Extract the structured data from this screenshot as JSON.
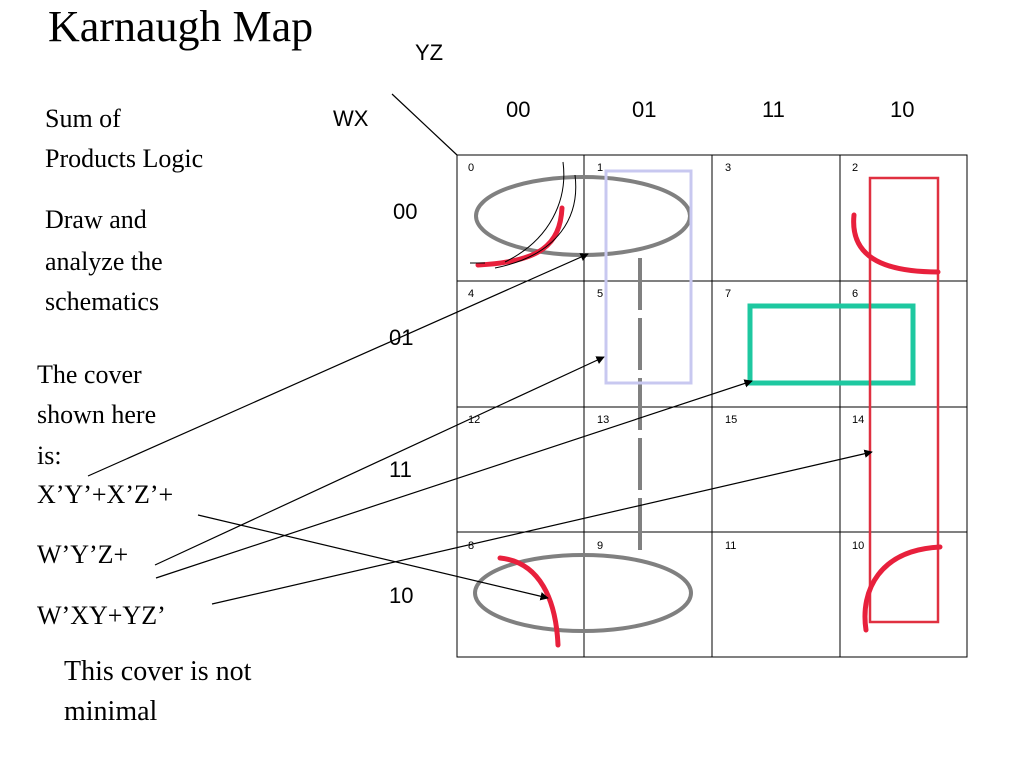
{
  "title": "Karnaugh Map",
  "sidebar": {
    "line1": "Sum of",
    "line2": "Products Logic",
    "draw1": "Draw and",
    "draw2": "analyze the",
    "draw3": "schematics",
    "cover1": "The cover",
    "cover2": "shown here",
    "cover3": "is:",
    "term1": "X’Y’+X’Z’+",
    "term2": "W’Y’Z+",
    "term3": "W’XY+YZ’",
    "note1": "This cover is not",
    "note2": "minimal"
  },
  "kmap": {
    "col_var": "YZ",
    "row_var": "WX",
    "col_headers": [
      "00",
      "01",
      "11",
      "10"
    ],
    "row_headers": [
      "00",
      "01",
      "11",
      "10"
    ],
    "cells": [
      [
        "0",
        "1",
        "3",
        "2"
      ],
      [
        "4",
        "5",
        "7",
        "6"
      ],
      [
        "12",
        "13",
        "15",
        "14"
      ],
      [
        "8",
        "9",
        "11",
        "10"
      ]
    ]
  },
  "colors": {
    "grey_group": "#808080",
    "lavender_group": "#c8c8f0",
    "teal_group": "#1ec8a0",
    "red_group": "#e8203c",
    "red_group_border": "#e03040"
  }
}
